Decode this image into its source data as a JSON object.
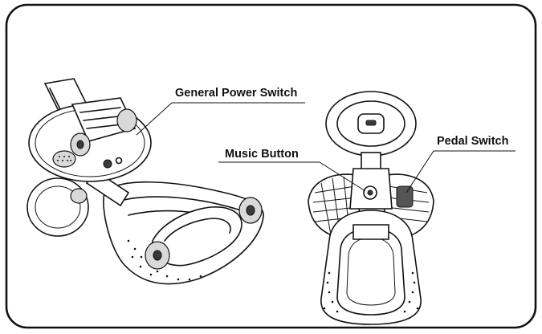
{
  "labels": {
    "power_switch": "General Power Switch",
    "music_button": "Music Button",
    "pedal_switch": "Pedal Switch"
  },
  "colors": {
    "line": "#111111",
    "background": "#ffffff",
    "shade": "#d9d9d9",
    "dark": "#3a3a3a"
  }
}
